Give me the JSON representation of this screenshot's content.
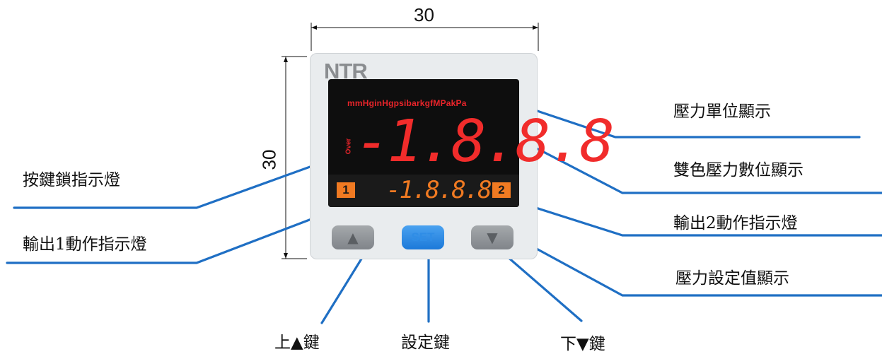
{
  "dimensions": {
    "width_label": "30",
    "height_label": "30"
  },
  "device": {
    "brand": "NTR",
    "units_text": "mmHginHgpsibarkgfMPakPa",
    "main_display": "-1.8.8.8",
    "lock_indicator": "Over",
    "sub_display": "-1.8.8.8",
    "output1_label": "1",
    "output2_label": "2",
    "key_up_glyph": "▲",
    "key_set_label": "SET",
    "key_down_glyph": "▼",
    "colors": {
      "display_red": "#f12c2b",
      "display_orange": "#f07a22",
      "set_key_blue": "#2f8de6",
      "leader_blue": "#1f6fc4"
    }
  },
  "labels": {
    "pressure_unit_display": "壓力單位顯示",
    "dual_color_display": "雙色壓力數位顯示",
    "output2_indicator": "輸出2動作指示燈",
    "setpoint_display": "壓力設定值顯示",
    "key_lock_indicator": "按鍵鎖指示燈",
    "output1_indicator": "輸出1動作指示燈",
    "up_key": "上▲鍵",
    "set_key": "設定鍵",
    "down_key": "下▼鍵"
  }
}
